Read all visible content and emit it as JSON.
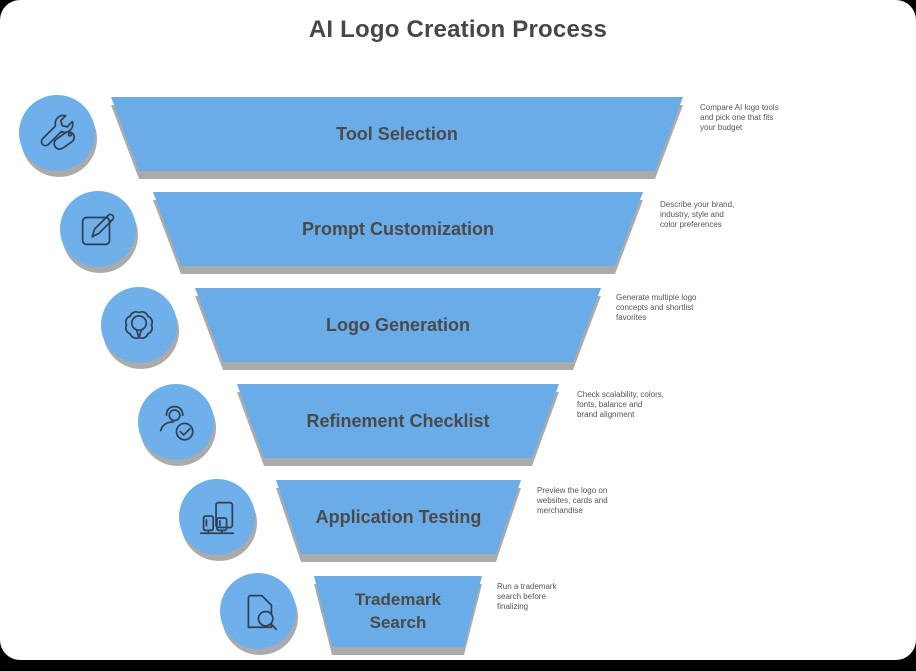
{
  "title": "AI Logo Creation Process",
  "colors": {
    "funnel_fill": "#6AACE8",
    "circle_fill": "#6FAFEA",
    "shadow_gray": "#ABABAB",
    "label_text": "#4A4A4A",
    "note_text": "#555555",
    "icon_stroke": "#2F4154",
    "canvas": "#FFFFFF"
  },
  "stages": [
    {
      "label": "Tool Selection",
      "icon": "tools-icon",
      "note_lines": [
        "Compare AI logo tools",
        "and pick one that fits",
        "your budget"
      ]
    },
    {
      "label": "Prompt Customization",
      "icon": "pencil-square-icon",
      "note_lines": [
        "Describe your brand,",
        "industry, style and",
        "color preferences"
      ]
    },
    {
      "label": "Logo Generation",
      "icon": "gear-bulb-icon",
      "note_lines": [
        "Generate multiple logo",
        "concepts and shortlist",
        "favorites"
      ]
    },
    {
      "label": "Refinement Checklist",
      "icon": "user-check-icon",
      "note_lines": [
        "Check scalability, colors,",
        "fonts, balance and",
        "brand alignment"
      ]
    },
    {
      "label": "Application Testing",
      "icon": "devices-icon",
      "note_lines": [
        "Preview the logo on",
        "websites, cards and",
        "merchandise"
      ]
    },
    {
      "label": "Trademark Search",
      "icon": "document-search-icon",
      "note_lines": [
        "Run a trademark",
        "search before",
        "finalizing"
      ]
    }
  ]
}
